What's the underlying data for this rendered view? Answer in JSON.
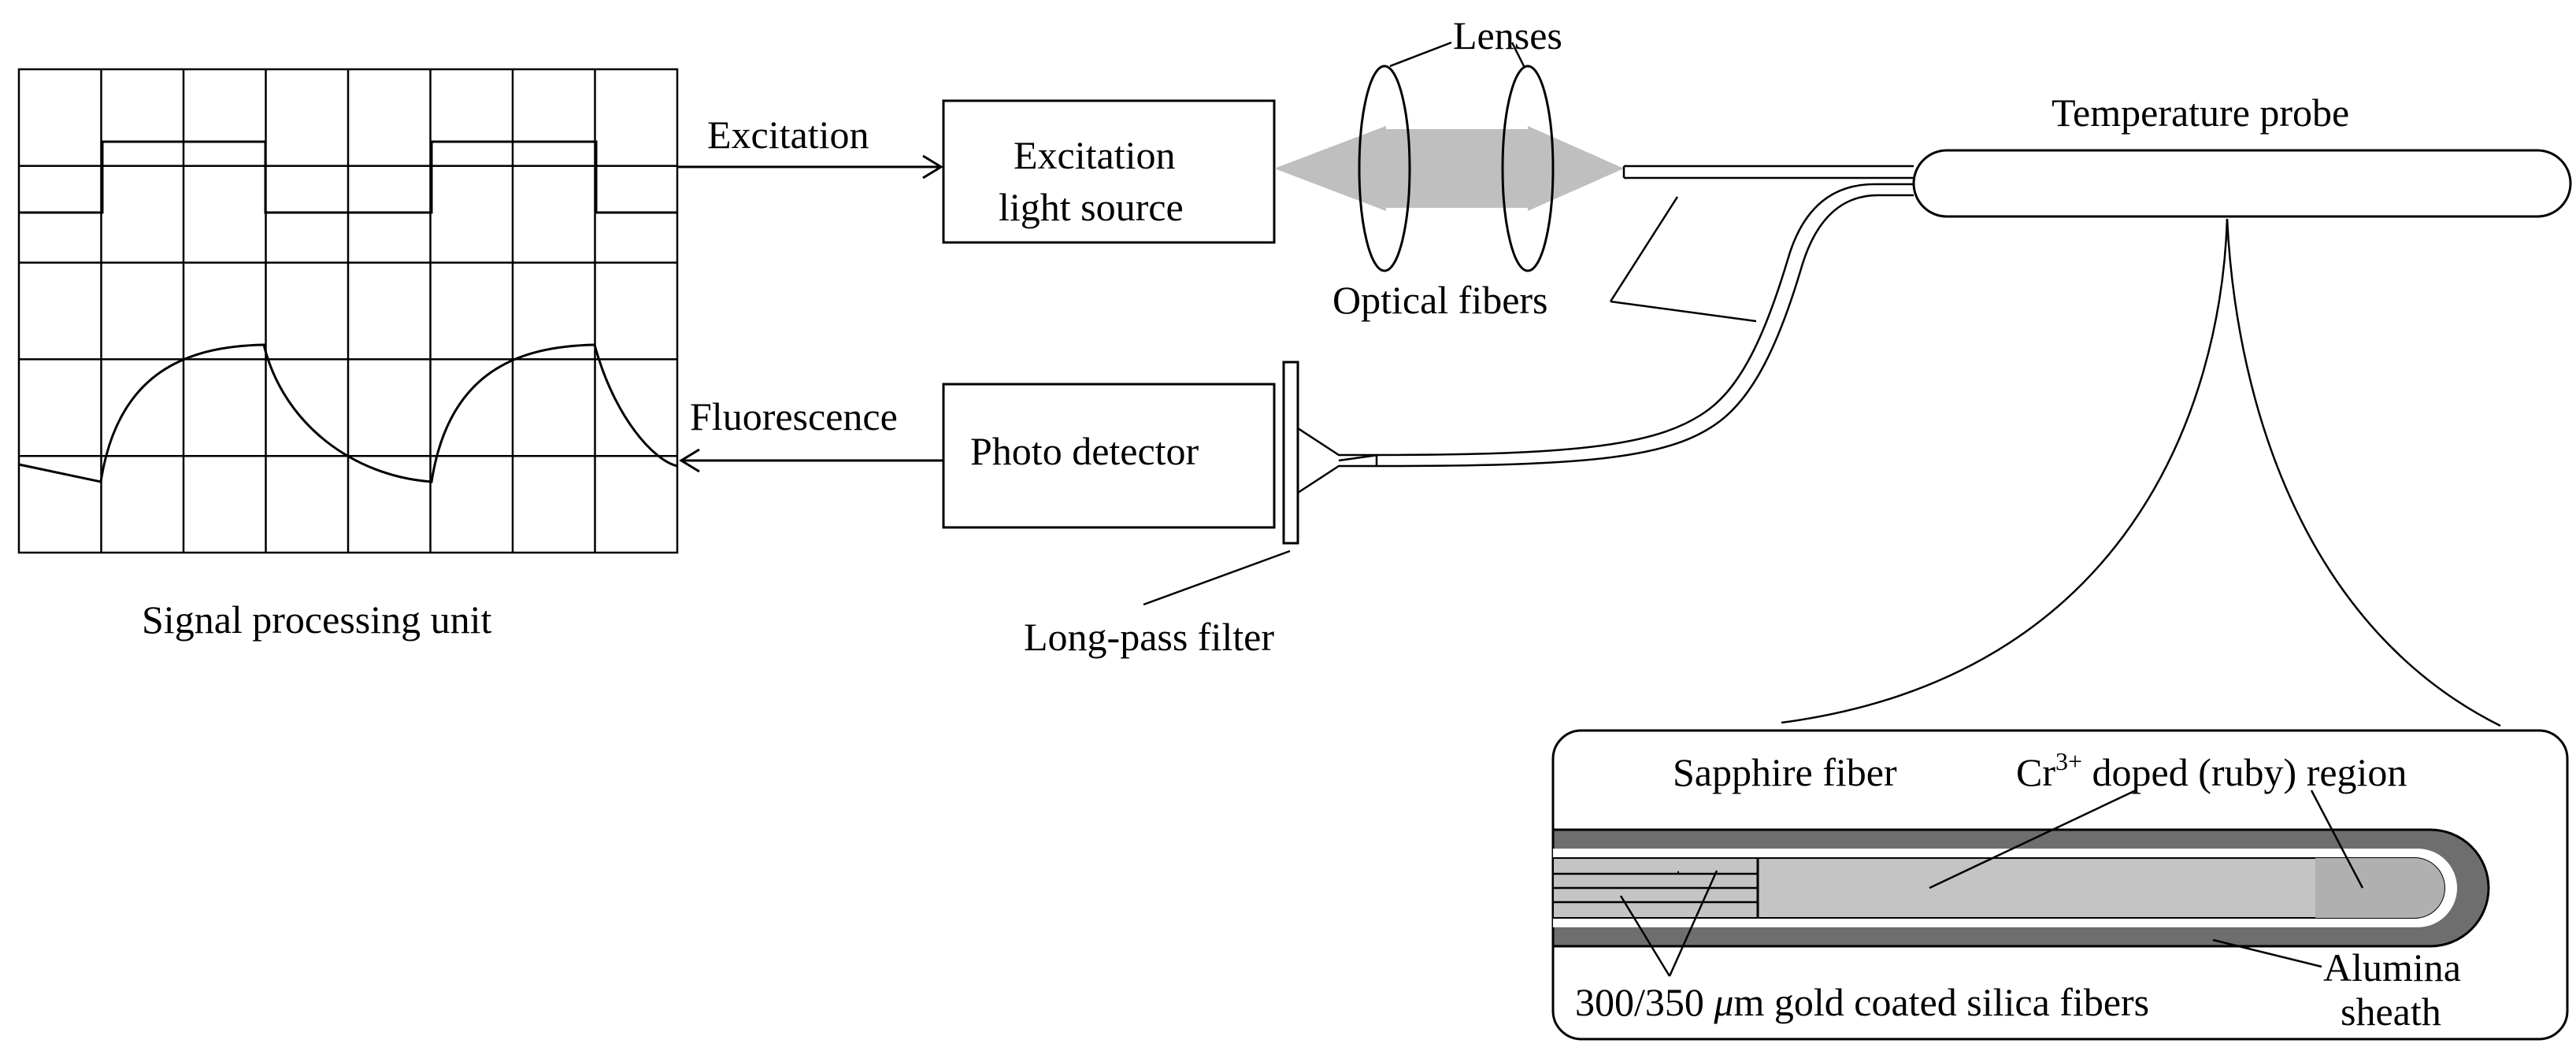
{
  "labels": {
    "signal_processing_unit": "Signal processing unit",
    "excitation": "Excitation",
    "excitation_light_source_line1": "Excitation",
    "excitation_light_source_line2": "light source",
    "lenses": "Lenses",
    "optical_fibers": "Optical fibers",
    "temperature_probe": "Temperature probe",
    "fluorescence": "Fluorescence",
    "photo_detector": "Photo detector",
    "long_pass_filter": "Long-pass filter",
    "sapphire_fiber": "Sapphire fiber",
    "cr_doped_prefix": "Cr",
    "cr_doped_superscript": "3+",
    "cr_doped_suffix": " doped (ruby) region",
    "gold_fibers_prefix": "300/350 ",
    "gold_fibers_mu": "μ",
    "gold_fibers_suffix": "m gold coated silica fibers",
    "alumina_line1": "Alumina",
    "alumina_line2": "sheath"
  },
  "colors": {
    "line": "#000000",
    "lens_beam": "#bfbfbf",
    "sheath_dark": "#6e6e6e",
    "sapphire_gray": "#c4c4c4",
    "ruby_region": "#b0b0b0",
    "probe_fill": "#ffffff"
  }
}
